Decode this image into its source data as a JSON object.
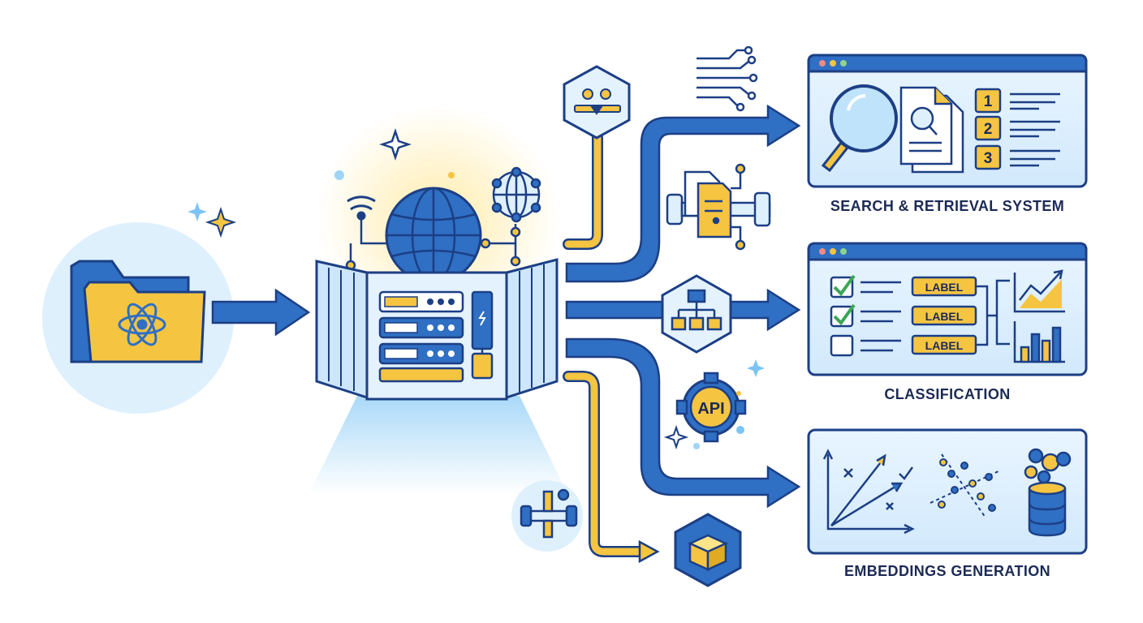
{
  "outputs": {
    "search": {
      "caption": "SEARCH & RETRIEVAL SYSTEM",
      "ranks": [
        "1",
        "2",
        "3"
      ]
    },
    "classification": {
      "caption": "CLASSIFICATION",
      "labels": [
        "LABEL",
        "LABEL",
        "LABEL"
      ]
    },
    "embeddings": {
      "caption": "EMBEDDINGS GENERATION"
    }
  },
  "badges": {
    "api": "API"
  },
  "colors": {
    "primary_blue": "#2f6fc4",
    "light_blue": "#dcefff",
    "accent_yellow": "#f5c542",
    "outline_navy": "#1c3f85",
    "text_dark": "#1c2a55"
  }
}
